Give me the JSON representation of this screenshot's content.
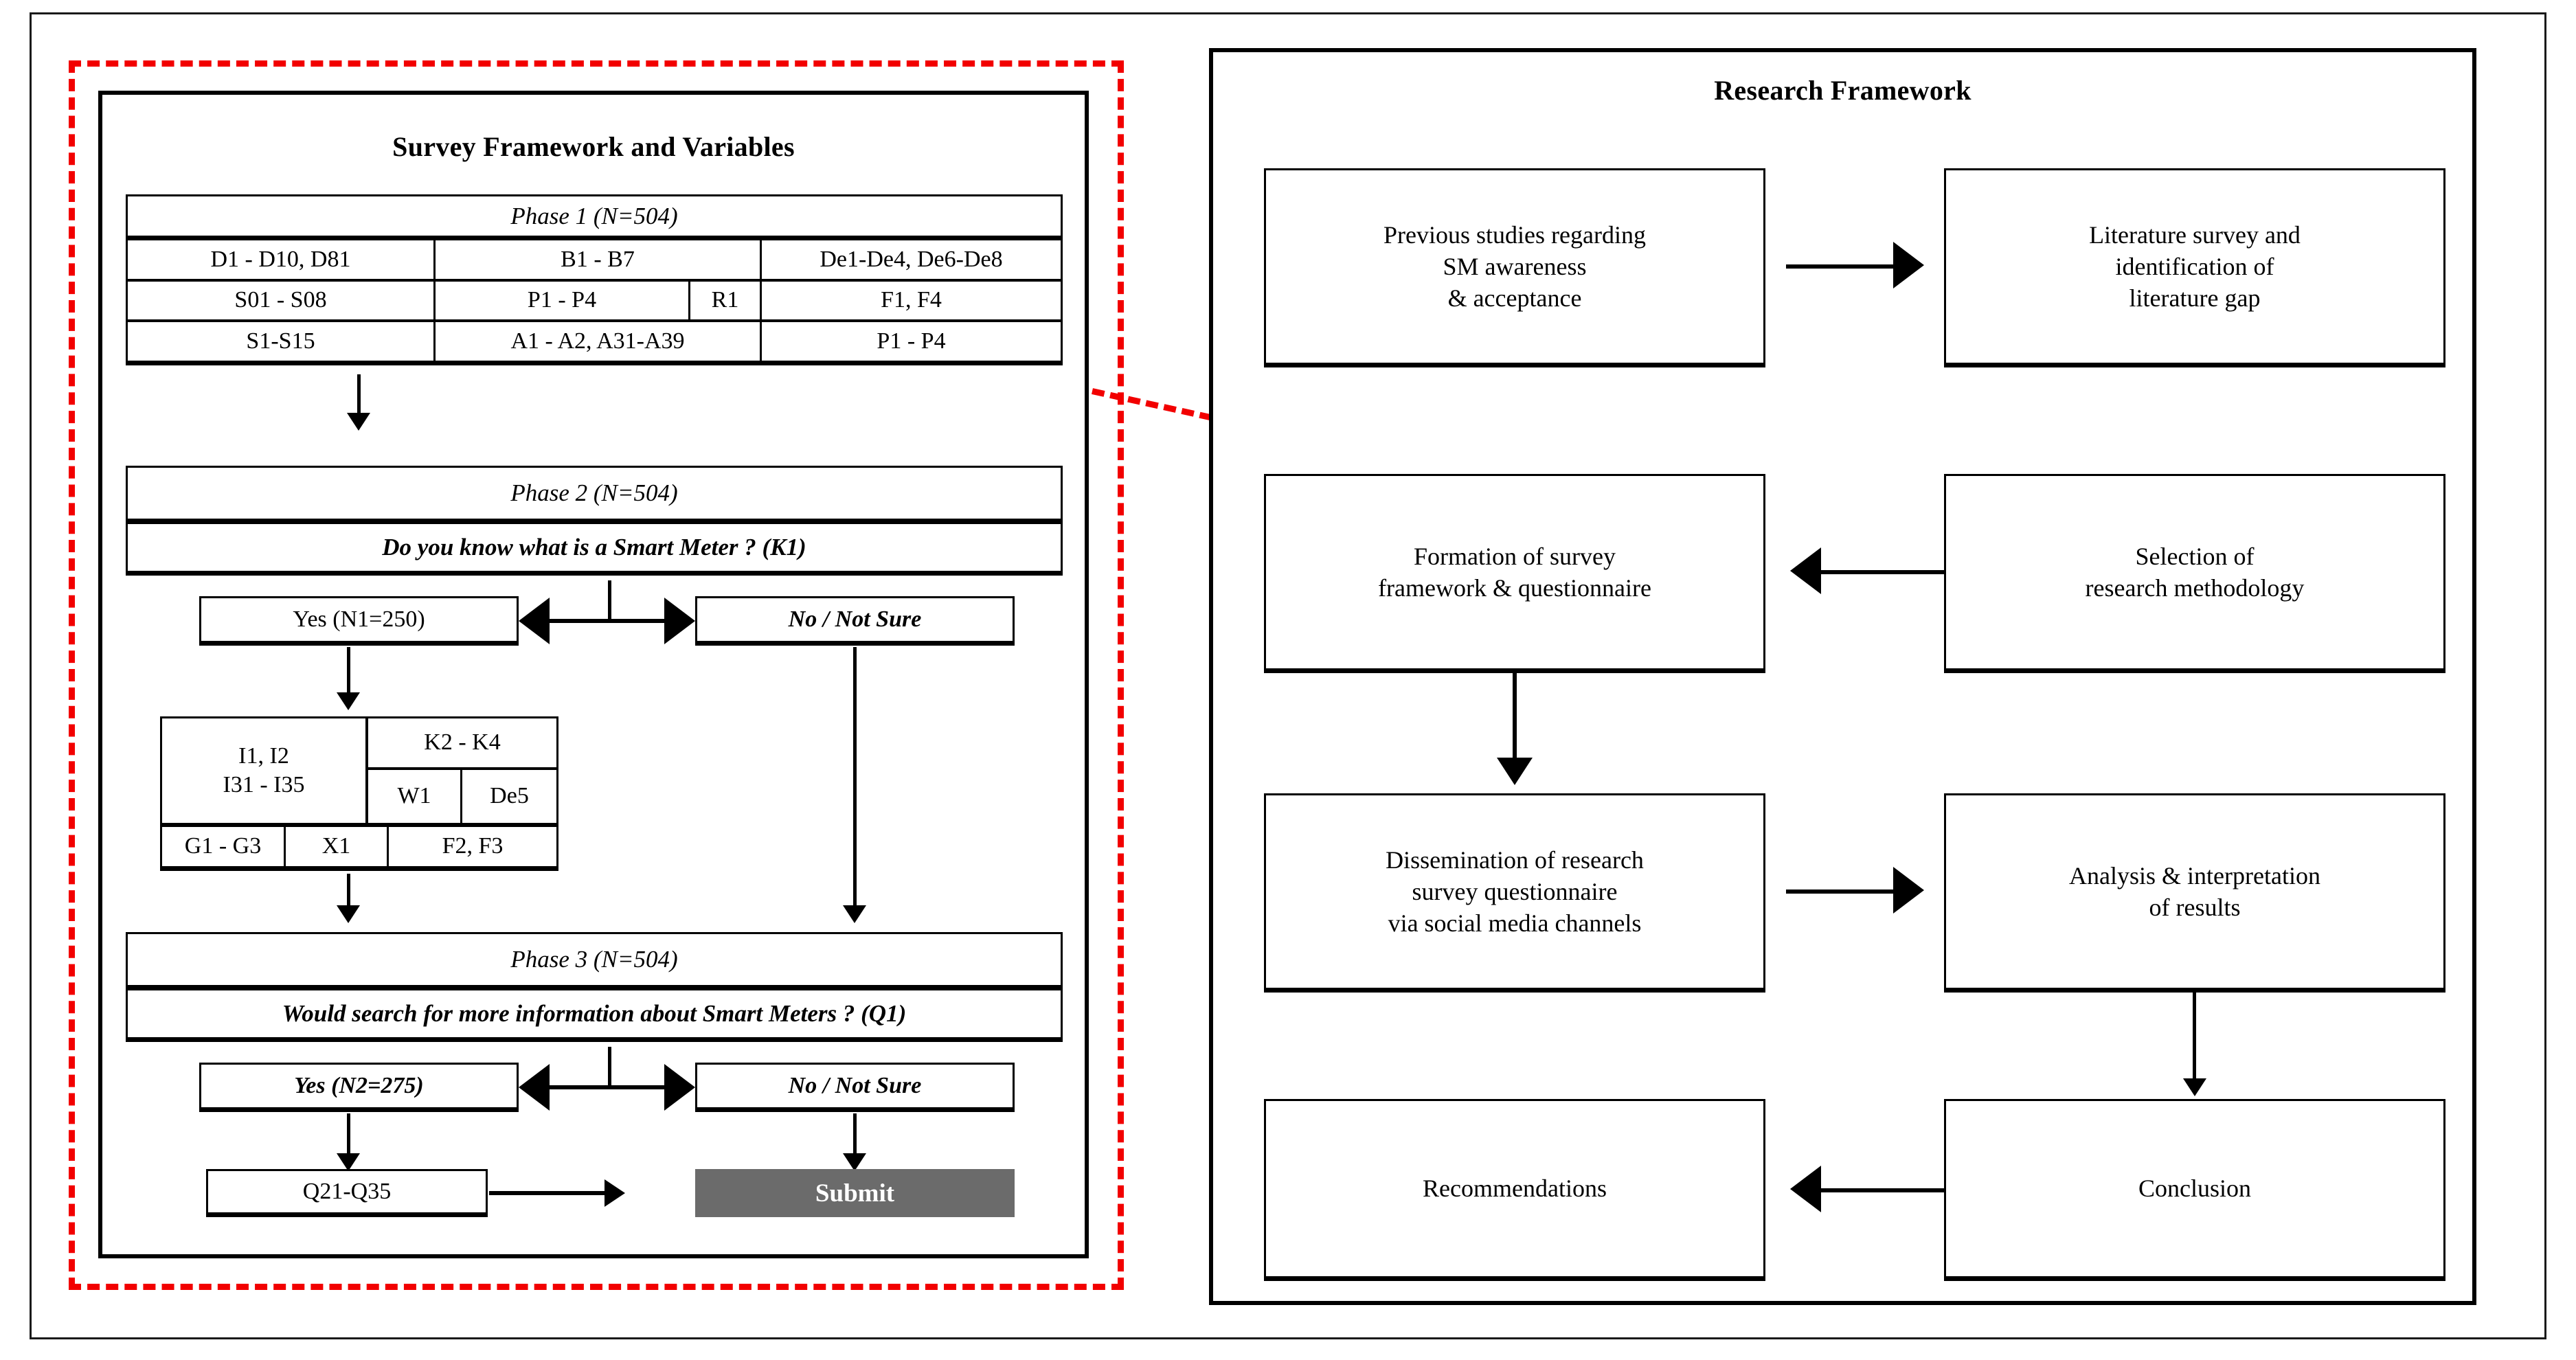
{
  "left_panel": {
    "title": "Survey Framework and Variables",
    "phase1": {
      "header": "Phase 1 (N=504)",
      "rows": [
        [
          "D1 - D10, D81",
          "B1 - B7",
          "De1-De4, De6-De8"
        ],
        [
          "S01 - S08",
          "P1 - P4",
          "R1",
          "F1, F4"
        ],
        [
          "S1-S15",
          "A1 - A2, A31-A39",
          "P1 - P4"
        ]
      ]
    },
    "phase2": {
      "header": "Phase 2 (N=504)",
      "question": "Do you know what is a Smart Meter ? (K1)",
      "yes": "Yes (N1=250)",
      "no": "No / Not Sure"
    },
    "variables_block": {
      "left_cell": "I1, I2\nI31 - I35",
      "k_cell": "K2 - K4",
      "w_cell": "W1",
      "de_cell": "De5",
      "g_cell": "G1 - G3",
      "x_cell": "X1",
      "f_cell": "F2, F3"
    },
    "phase3": {
      "header": "Phase 3 (N=504)",
      "question": "Would  search for more information about Smart Meters ? (Q1)",
      "yes": "Yes (N2=275)",
      "no": "No / Not Sure"
    },
    "q_box": "Q21-Q35",
    "submit": "Submit"
  },
  "right_panel": {
    "title": "Research Framework",
    "boxes": {
      "previous_studies": "Previous studies regarding\nSM awareness\n& acceptance",
      "literature_survey": "Literature survey and\nidentification of\nliterature gap",
      "formation_of_survey": "Formation of survey\nframework & questionnaire",
      "selection_methodology": "Selection of\nresearch methodology",
      "dissemination": "Dissemination of research\nsurvey questionnaire\nvia social media channels",
      "analysis": "Analysis & interpretation\nof results",
      "recommendations": "Recommendations",
      "conclusion": "Conclusion"
    }
  },
  "colors": {
    "highlight": "#f20000",
    "submit_bg": "#6b6b6b",
    "submit_fg": "#ffffff",
    "stroke": "#000000"
  }
}
